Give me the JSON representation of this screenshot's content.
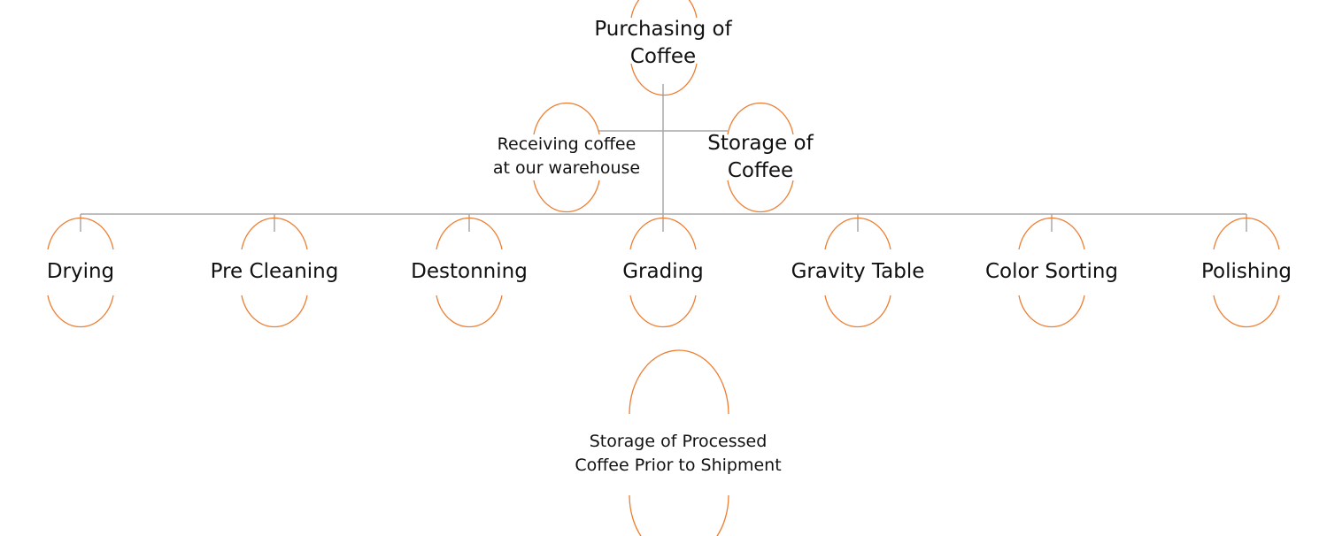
{
  "nodes": {
    "purchasing": {
      "line1": "Purchasing of",
      "line2": "Coffee"
    },
    "receiving": {
      "line1": "Receiving coffee",
      "line2": "at our warehouse"
    },
    "storage": {
      "line1": "Storage of",
      "line2": "Coffee"
    },
    "processes": [
      {
        "id": "drying",
        "label": "Drying"
      },
      {
        "id": "pre-cleaning",
        "label": "Pre Cleaning"
      },
      {
        "id": "destonning",
        "label": "Destonning"
      },
      {
        "id": "grading",
        "label": "Grading"
      },
      {
        "id": "gravity-table",
        "label": "Gravity Table"
      },
      {
        "id": "color-sorting",
        "label": "Color Sorting"
      },
      {
        "id": "polishing",
        "label": "Polishing"
      }
    ],
    "final_storage": {
      "line1": "Storage of Processed",
      "line2": "Coffee Prior to Shipment"
    }
  },
  "colors": {
    "node_outline": "#ED7D31",
    "connector": "#A8A8A8",
    "text": "#111111"
  }
}
